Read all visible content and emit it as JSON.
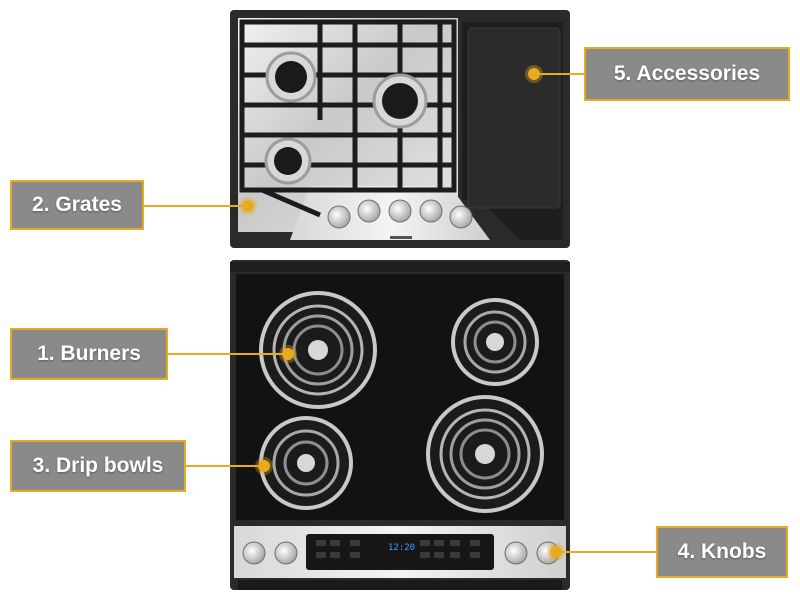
{
  "callouts": {
    "burners": "1. Burners",
    "grates": "2. Grates",
    "drip_bowls": "3. Drip bowls",
    "knobs": "4. Knobs",
    "accessories": "5. Accessories"
  },
  "range": {
    "clock": "12:20"
  },
  "colors": {
    "accent": "#e8aa1f",
    "callout_bg": "#8a8a8a"
  }
}
